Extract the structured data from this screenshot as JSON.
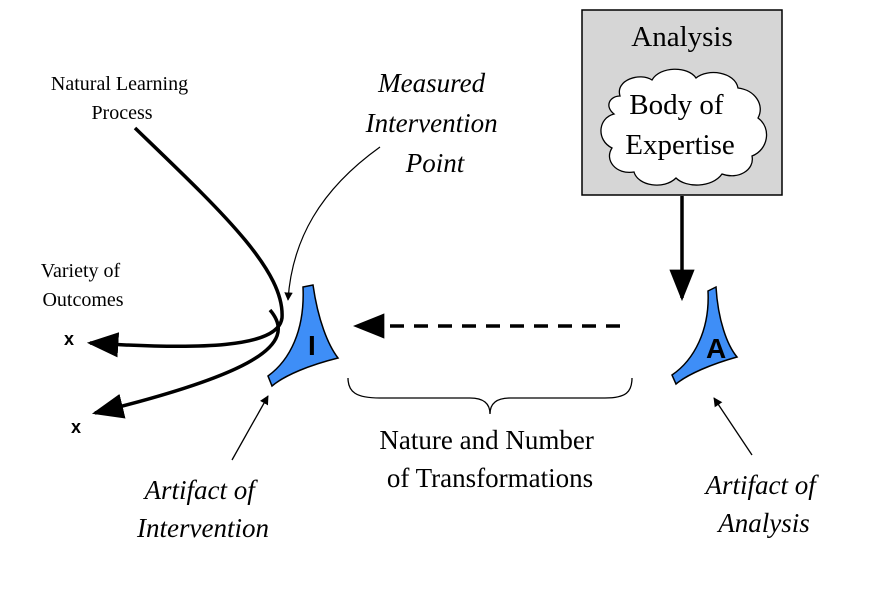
{
  "labels": {
    "natural_learning": [
      "Natural Learning",
      "Process"
    ],
    "variety_outcomes": [
      "Variety of",
      "Outcomes"
    ],
    "measured_point": [
      "Measured",
      "Intervention",
      "Point"
    ],
    "analysis_title": "Analysis",
    "body_of_expertise": [
      "Body of",
      "Expertise"
    ],
    "transformations": [
      "Nature and Number",
      "of Transformations"
    ],
    "artifact_intervention": [
      "Artifact of",
      "Intervention"
    ],
    "artifact_analysis": [
      "Artifact of",
      "Analysis"
    ],
    "outcome_marker": "x",
    "intervention_letter": "I",
    "analysis_letter": "A"
  },
  "colors": {
    "artifact_fill": "#3e8ef7",
    "analysis_box_fill": "#d6d6d6",
    "cloud_fill": "#ffffff",
    "stroke": "#000000"
  }
}
